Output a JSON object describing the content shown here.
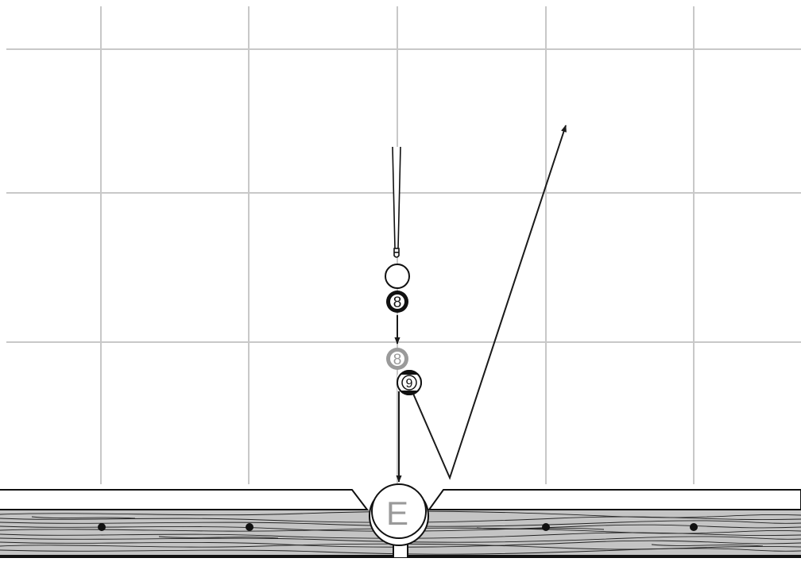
{
  "balls": {
    "eight": "8",
    "eight_ghost": "8",
    "nine": "9"
  },
  "pocket": {
    "label": "E"
  },
  "colors": {
    "grid": "#c8c8c8",
    "rail_wood": "#c4c4c4",
    "ghost_ball": "#9a9a9a",
    "line": "#1a1a1a"
  },
  "icons": {
    "cue_stick": "cue-stick-icon",
    "diamond": "rail-diamond-icon"
  }
}
